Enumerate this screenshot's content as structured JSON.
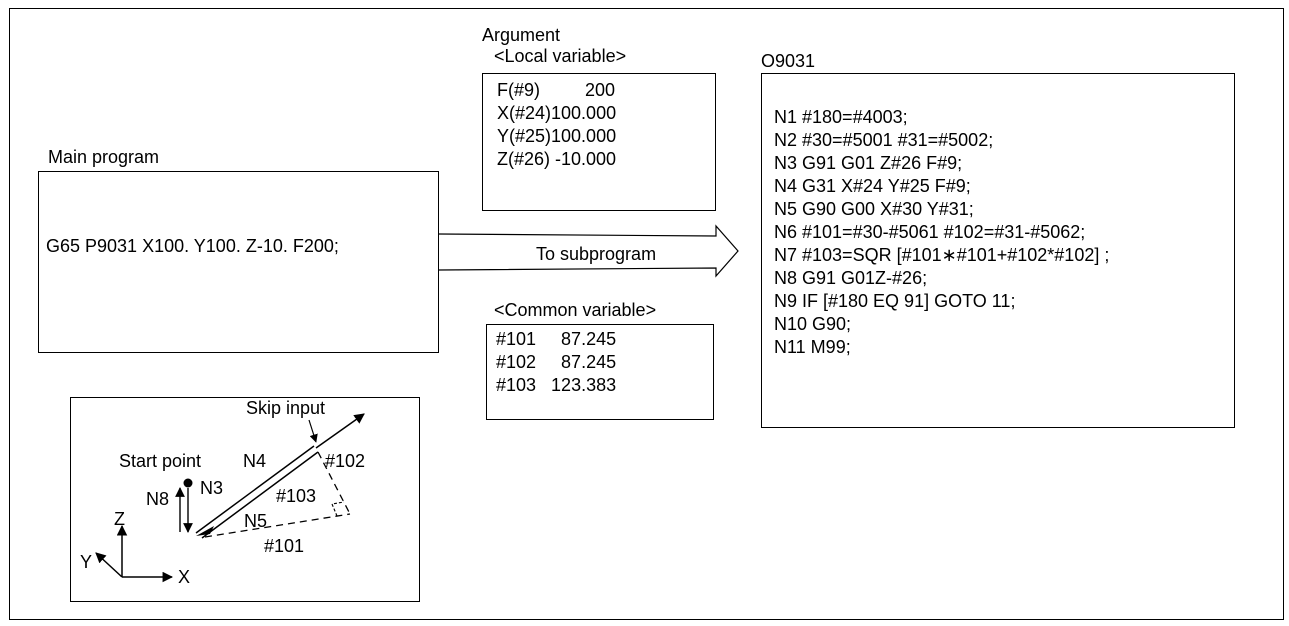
{
  "main_program": {
    "label": "Main program",
    "command": "G65 P9031 X100. Y100. Z-10. F200;"
  },
  "argument": {
    "title": "Argument",
    "subtitle": "<Local variable>",
    "rows": [
      "F(#9)         200",
      "X(#24)100.000",
      "Y(#25)100.000",
      "Z(#26) -10.000"
    ]
  },
  "arrow_label": "To subprogram",
  "common": {
    "title": "<Common variable>",
    "rows": [
      "#101     87.245",
      "#102     87.245",
      "#103   123.383"
    ]
  },
  "subprogram": {
    "name": "O9031",
    "lines": [
      "N1 #180=#4003;",
      "N2 #30=#5001 #31=#5002;",
      "N3 G91 G01 Z#26 F#9;",
      "N4 G31 X#24 Y#25 F#9;",
      "N5 G90 G00 X#30 Y#31;",
      "N6 #101=#30-#5061 #102=#31-#5062;",
      "N7 #103=SQR [#101∗#101+#102*#102] ;",
      "N8 G91 G01Z-#26;",
      "N9 IF [#180 EQ 91] GOTO 11;",
      "N10 G90;",
      "N11 M99;"
    ]
  },
  "sketch": {
    "skip_input": "Skip input",
    "start_point": "Start point",
    "n4": "N4",
    "n102": "#102",
    "n8": "N8",
    "n3": "N3",
    "n103": "#103",
    "n5": "N5",
    "n101": "#101",
    "axis_z": "Z",
    "axis_y": "Y",
    "axis_x": "X"
  }
}
